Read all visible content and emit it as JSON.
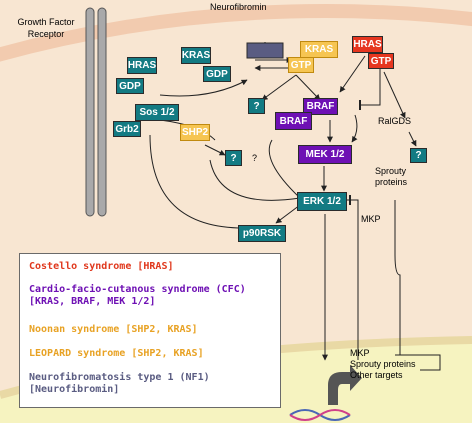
{
  "labels": {
    "growth_factor_receptor": "Growth Factor\nReceptor",
    "neurofibromin": "Neurofibromin",
    "ralgds": "RalGDS",
    "sprouty_proteins": "Sprouty\nproteins",
    "mkp": "MKP",
    "targets": "MKP\nSprouty proteins\nOther targets",
    "question_small": "?"
  },
  "nodes": {
    "hras_left": "HRAS",
    "gdp_left": "GDP",
    "kras_left": "KRAS",
    "gdp_kras": "GDP",
    "kras_right": "KRAS",
    "gtp_kras": "GTP",
    "hras_right": "HRAS",
    "gtp_hras": "GTP",
    "sos": "Sos 1/2",
    "grb2": "Grb2",
    "shp2": "SHP2",
    "braf": "BRAF",
    "braf2": "BRAF",
    "mek": "MEK 1/2",
    "erk": "ERK 1/2",
    "p90rsk": "p90RSK",
    "q1": "?",
    "q2": "?",
    "q3": "?"
  },
  "legend": [
    {
      "text": "Costello syndrome [HRAS]",
      "color": "#e0381d"
    },
    {
      "text": "Cardio-facio-cutanous syndrome (CFC)\n[KRAS, BRAF, MEK 1/2]",
      "color": "#6e10b4"
    },
    {
      "text": "Noonan syndrome [SHP2, KRAS]",
      "color": "#e8a224"
    },
    {
      "text": "LEOPARD syndrome [SHP2, KRAS]",
      "color": "#e8a224"
    },
    {
      "text": "Neurofibromatosis type 1 (NF1)\n[Neurofibromin]",
      "color": "#5a5c82"
    }
  ],
  "colors": {
    "background": "#f8e6d2",
    "membrane": "#f0c4a6",
    "nucleus": "#f6f3c0",
    "teal": "#137b83",
    "purple": "#6e10b4",
    "yellow": "#f6c552",
    "red": "#e6361f",
    "slate": "#5a5c82"
  }
}
